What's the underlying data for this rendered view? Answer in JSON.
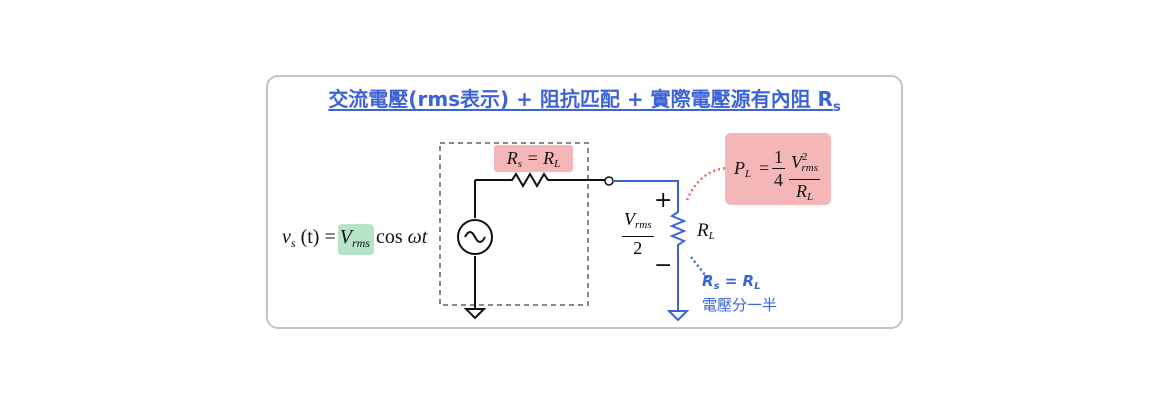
{
  "title": {
    "text": "交流電壓(rms表示) + 阻抗匹配 + 實際電壓源有內阻 R",
    "subscript": "s"
  },
  "source_label": {
    "v": "v",
    "v_sub": "s",
    "t": "(t) =",
    "V": "V",
    "V_sub": "rms",
    "cos": "cos",
    "omega_t": "ωt"
  },
  "rs_box": {
    "left": "R",
    "left_sub": "s",
    "eq": " = ",
    "right": "R",
    "right_sub": "L"
  },
  "load": {
    "label": "R",
    "label_sub": "L",
    "plus": "+",
    "minus": "−",
    "v_num": "V",
    "v_num_sub": "rms",
    "v_den": "2"
  },
  "power": {
    "p": "P",
    "p_sub": "L",
    "eq": "=",
    "c_num": "1",
    "c_den": "4",
    "num": "V",
    "num_sup": "2",
    "num_sub": "rms",
    "den": "R",
    "den_sub": "L"
  },
  "note": {
    "eq_left": "R",
    "eq_left_sub": "s",
    "eq_mid": " = ",
    "eq_right": "R",
    "eq_right_sub": "L",
    "text": "電壓分一半"
  },
  "colors": {
    "accent": "#3d63d8",
    "pink": "#f4b6b6",
    "green": "#b7e3c6",
    "dotted_red": "#e86a6a"
  }
}
